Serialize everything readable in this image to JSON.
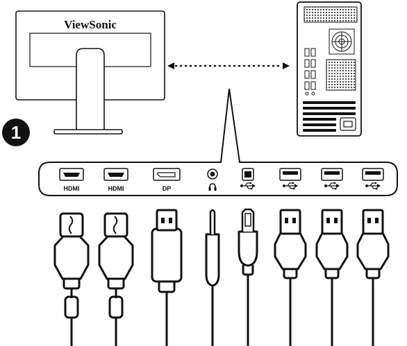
{
  "step": {
    "number": "1"
  },
  "monitor": {
    "brand": "ViewSonic"
  },
  "ports": [
    {
      "label": "HDMI",
      "type": "hdmi",
      "icon": "hdmi-port-icon"
    },
    {
      "label": "HDMI",
      "type": "hdmi",
      "icon": "hdmi-port-icon"
    },
    {
      "label": "DP",
      "type": "dp",
      "icon": "displayport-icon"
    },
    {
      "label": "",
      "type": "audio",
      "icon": "headphone-icon"
    },
    {
      "label": "",
      "type": "usb-b",
      "icon": "usb-symbol-icon"
    },
    {
      "label": "",
      "type": "usb-a",
      "icon": "usb-symbol-icon"
    },
    {
      "label": "",
      "type": "usb-a",
      "icon": "usb-symbol-icon"
    },
    {
      "label": "",
      "type": "usb-a",
      "icon": "usb-symbol-icon"
    }
  ],
  "cables": [
    {
      "type": "hdmi"
    },
    {
      "type": "hdmi"
    },
    {
      "type": "dp"
    },
    {
      "type": "audio"
    },
    {
      "type": "usb-b"
    },
    {
      "type": "usb-a"
    },
    {
      "type": "usb-a"
    },
    {
      "type": "usb-a"
    }
  ],
  "colors": {
    "line": "#111111",
    "background": "#ffffff",
    "badge": "#111111"
  }
}
